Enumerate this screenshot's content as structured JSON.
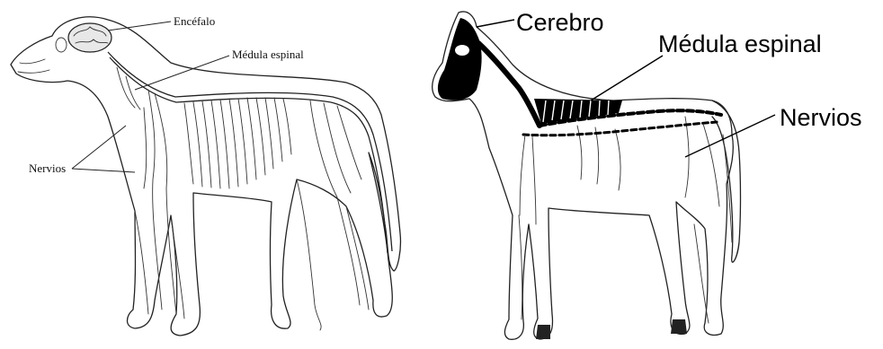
{
  "dog_diagram": {
    "labels": {
      "brain": "Encéfalo",
      "spinal_cord": "Médula espinal",
      "nerves": "Nervios"
    }
  },
  "horse_diagram": {
    "labels": {
      "brain": "Cerebro",
      "spinal_cord": "Médula espinal",
      "nerves": "Nervios"
    }
  }
}
